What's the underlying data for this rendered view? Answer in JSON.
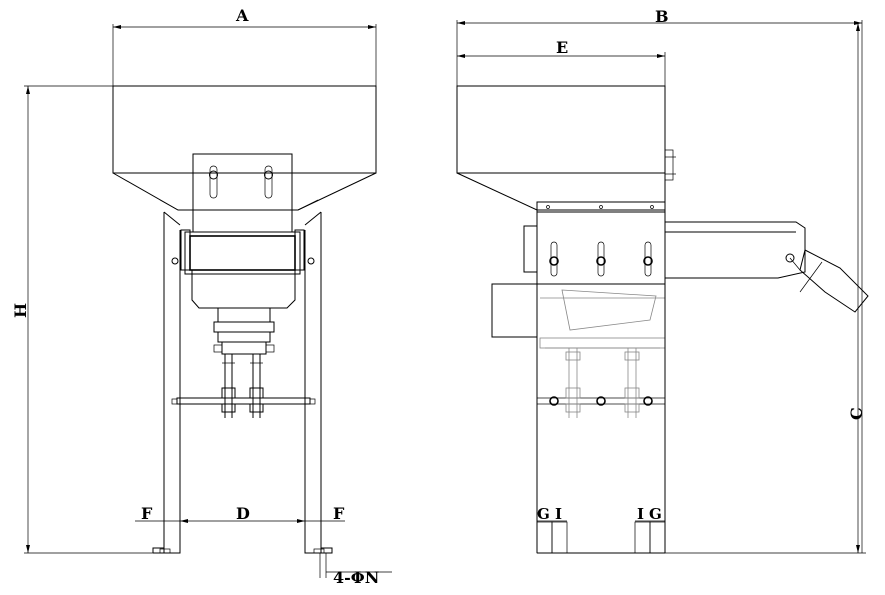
{
  "dimensions": {
    "a": "A",
    "b": "B",
    "c": "C",
    "d": "D",
    "e": "E",
    "f_left": "F",
    "f_right": "F",
    "h": "H",
    "g_left": "G",
    "i_left": "I",
    "i_right": "I",
    "g_right": "G",
    "holes": "4-ΦN"
  },
  "views": [
    "front-view",
    "side-view"
  ]
}
